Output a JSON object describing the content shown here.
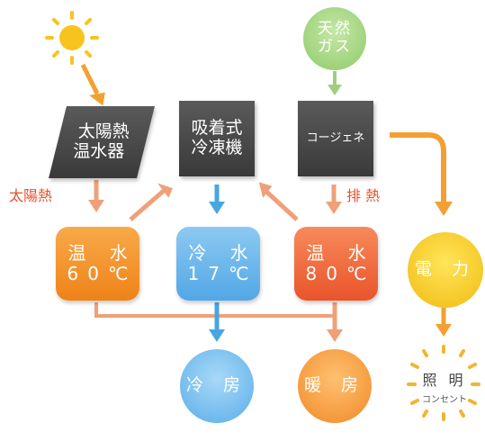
{
  "sources": {
    "solar_collector": [
      "太陽熱",
      "温水器"
    ],
    "absorption_chiller": [
      "吸着式",
      "冷凍機"
    ],
    "cogeneration": "コージェネ",
    "natural_gas": [
      "天然",
      "ガス"
    ]
  },
  "flow_labels": {
    "solar_heat": "太陽熱",
    "exhaust_heat": "排 熱"
  },
  "tanks": [
    {
      "label": "温 水",
      "temp": "60℃"
    },
    {
      "label": "冷 水",
      "temp": "17℃"
    },
    {
      "label": "温 水",
      "temp": "80℃"
    }
  ],
  "outputs": {
    "power": "電 力",
    "cooling": "冷 房",
    "heating": "暖 房",
    "lighting": {
      "line1": "照 明",
      "line2": "コンセント"
    }
  },
  "colors": {
    "orange_arrow": "#f2a033",
    "blue_arrow": "#46a6e3",
    "salmon_arrow": "#f0a078",
    "green_arrow": "#9fcf7d",
    "sun": "#f8c31c"
  }
}
